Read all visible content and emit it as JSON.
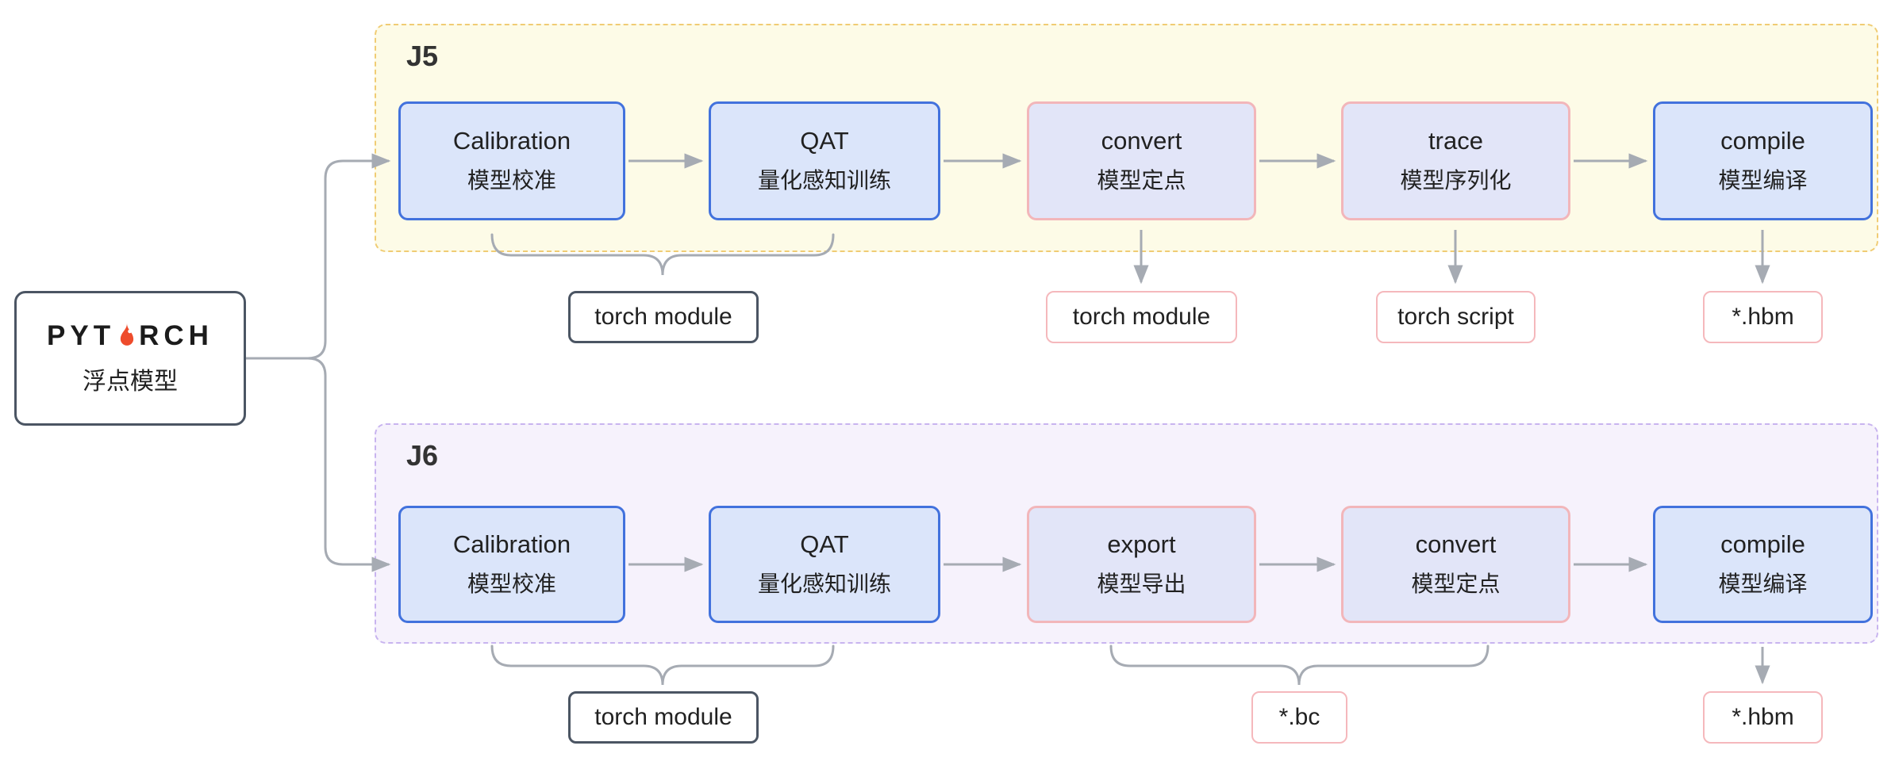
{
  "source": {
    "logo_left": "PYT",
    "logo_right": "RCH",
    "subtitle": "浮点模型"
  },
  "j5": {
    "label": "J5",
    "boxes": [
      {
        "title": "Calibration",
        "subtitle": "模型校准"
      },
      {
        "title": "QAT",
        "subtitle": "量化感知训练"
      },
      {
        "title": "convert",
        "subtitle": "模型定点"
      },
      {
        "title": "trace",
        "subtitle": "模型序列化"
      },
      {
        "title": "compile",
        "subtitle": "模型编译"
      }
    ],
    "outputs": [
      {
        "label": "torch module"
      },
      {
        "label": "torch module"
      },
      {
        "label": "torch script"
      },
      {
        "label": "*.hbm"
      }
    ]
  },
  "j6": {
    "label": "J6",
    "boxes": [
      {
        "title": "Calibration",
        "subtitle": "模型校准"
      },
      {
        "title": "QAT",
        "subtitle": "量化感知训练"
      },
      {
        "title": "export",
        "subtitle": "模型导出"
      },
      {
        "title": "convert",
        "subtitle": "模型定点"
      },
      {
        "title": "compile",
        "subtitle": "模型编译"
      }
    ],
    "outputs": [
      {
        "label": "torch module"
      },
      {
        "label": "*.bc"
      },
      {
        "label": "*.hbm"
      }
    ]
  },
  "colors": {
    "j5_bg": "#fdfbe7",
    "j5_border": "#f0cc74",
    "j6_bg": "#f6f2fc",
    "j6_border": "#c8b4ef",
    "blue_box_bg": "#dbe5fa",
    "blue_box_border": "#4272dd",
    "pink_box_bg": "#e2e5f8",
    "pink_box_border": "#f2b6ba",
    "output_pink_border": "#f5b8bc",
    "output_dark_border": "#4b5563",
    "arrow": "#a6abb3",
    "pytorch_orange": "#ee4c2c"
  }
}
